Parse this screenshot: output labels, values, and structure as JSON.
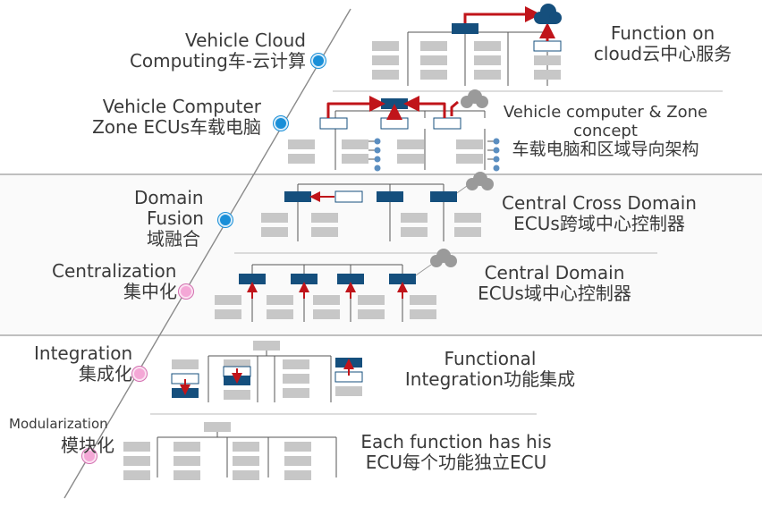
{
  "colors": {
    "ecu_gray": "#c7c7c7",
    "ecu_dark": "#154f7d",
    "arrow_red": "#c0141a",
    "blue_dot": "#1a8fd8",
    "pink_dot": "#f4a7d6",
    "text": "#3a3a3a",
    "divider": "#9a9a9a"
  },
  "left_labels": {
    "cloud": {
      "line1": "Vehicle Cloud",
      "line2": "Computing车-云计算"
    },
    "vehicle_computer": {
      "line1": "Vehicle Computer",
      "line2": "Zone ECUs车载电脑"
    },
    "domain_fusion": {
      "line1": "Domain",
      "line2": "Fusion",
      "line3": "域融合"
    },
    "centralization": {
      "line1": "Centralization",
      "line2": "集中化"
    },
    "integration": {
      "line1": "Integration",
      "line2": "集成化"
    },
    "modularization": {
      "line1": "Modularization",
      "line2": "模块化"
    }
  },
  "right_labels": {
    "cloud": {
      "line1": "Function on",
      "line2": "cloud云中心服务"
    },
    "zone": {
      "line1": "Vehicle computer & Zone",
      "line2": "concept",
      "line3": "车载电脑和区域导向架构"
    },
    "cross_domain": {
      "line1": "Central Cross Domain",
      "line2": "ECUs跨域中心控制器"
    },
    "central_domain": {
      "line1": "Central Domain",
      "line2": "ECUs域中心控制器"
    },
    "functional": {
      "line1": "Functional",
      "line2": "Integration功能集成"
    },
    "each_function": {
      "line1": "Each function has his",
      "line2": "ECU每个功能独立ECU"
    }
  }
}
